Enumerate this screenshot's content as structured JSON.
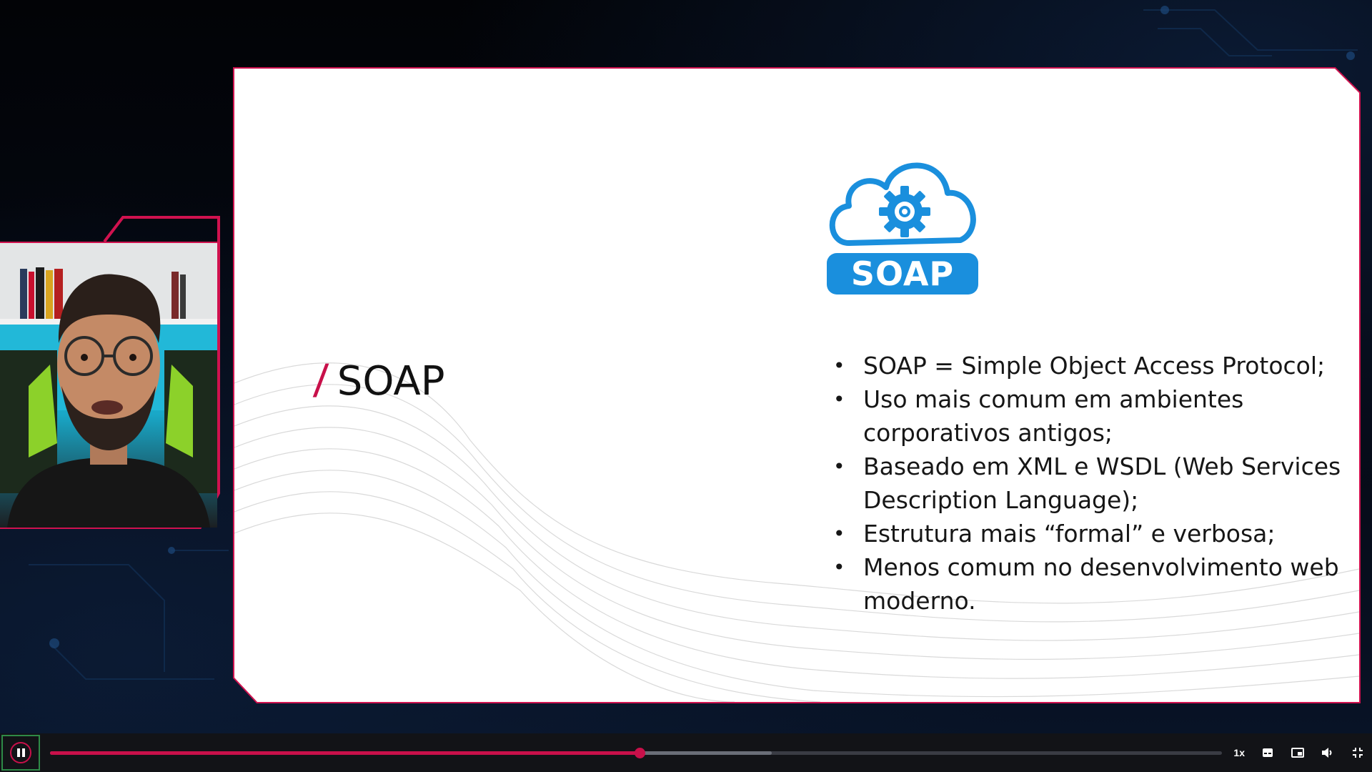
{
  "slide": {
    "title": "SOAP",
    "title_slash": "/",
    "logo_text": "SOAP",
    "bullets": [
      "SOAP = Simple Object Access Protocol;",
      "Uso mais comum em ambientes corporativos antigos;",
      "Baseado em XML e WSDL (Web Services Description Language);",
      "Estrutura mais “formal” e verbosa;",
      "Menos comum no desenvolvimento web moderno."
    ],
    "bullet_marker": "•"
  },
  "player": {
    "speed": "1x",
    "progress": 0.503,
    "buffered": 0.616,
    "icons": [
      "pause-icon",
      "subtitles-icon",
      "picture-in-picture-icon",
      "volume-icon",
      "exit-fullscreen-icon"
    ]
  },
  "colors": {
    "accent": "#c8104a",
    "soap_blue": "#1a8fdd",
    "player_bg": "#121317"
  }
}
